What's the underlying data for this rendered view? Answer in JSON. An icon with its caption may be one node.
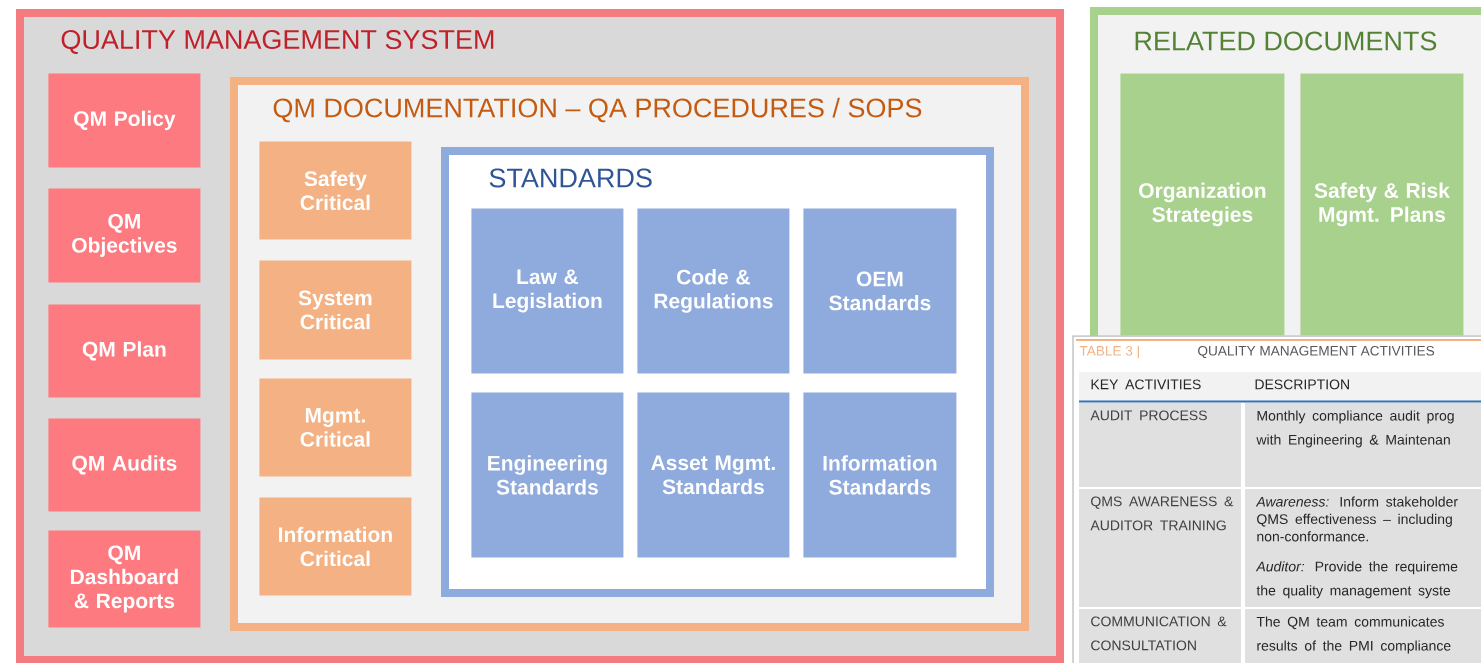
{
  "diagram": {
    "nodes": [
      {
        "text": [
          "QUALITY MANAGEMENT SYSTEM"
        ]
      },
      {
        "text": [
          "QM Policy"
        ],
        "in": 0
      },
      {
        "text": [
          "QM Objectives"
        ],
        "in": 0
      },
      {
        "text": [
          "QM Plan"
        ],
        "in": 0
      },
      {
        "text": [
          "QM Audits"
        ],
        "in": 0
      },
      {
        "text": [
          "QM Dashboard & Reports"
        ],
        "in": 0
      },
      {
        "text": [
          "QM DOCUMENTATION – QA PROCEDURES / SOPS"
        ],
        "in": 0
      },
      {
        "text": [
          "Safety Critical"
        ],
        "in": 6
      },
      {
        "text": [
          "System Critical"
        ],
        "in": 6
      },
      {
        "text": [
          "Mgmt. Critical"
        ],
        "in": 6
      },
      {
        "text": [
          "Information Critical"
        ],
        "in": 6
      },
      {
        "text": [
          "STANDARDS"
        ],
        "in": 6
      },
      {
        "text": [
          "Law & Legislation"
        ],
        "in": 11
      },
      {
        "text": [
          "Code & Regulations"
        ],
        "in": 11
      },
      {
        "text": [
          "OEM Standards"
        ],
        "in": 11
      },
      {
        "text": [
          "Engineering Standards"
        ],
        "in": 11
      },
      {
        "text": [
          "Asset Mgmt. Standards"
        ],
        "in": 11
      },
      {
        "text": [
          "Information Standards"
        ],
        "in": 11
      },
      {
        "text": [
          "RELATED DOCUMENTS"
        ]
      },
      {
        "text": [
          "Organization Strategies"
        ],
        "in": 18
      },
      {
        "text": [
          "Safety & Risk Mgmt. Plans"
        ],
        "in": 18
      }
    ],
    "labels": [
      "TABLE 3 |",
      "QUALITY MANAGEMENT ACTIVITIES",
      "KEY ACTIVITIES",
      "DESCRIPTION",
      "AUDIT PROCESS",
      "Monthly compliance audit prog with Engineering & Maintenan",
      "QMS AWARENESS & AUDITOR TRAINING",
      "*Awareness:* Inform stakeholder QMS effectiveness – including non-conformance.",
      "*Auditor:* Provide the requireme the quality management syste",
      "COMMUNICATION & CONSULTATION",
      "The QM team communicates results of the PMI compliance"
    ]
  }
}
